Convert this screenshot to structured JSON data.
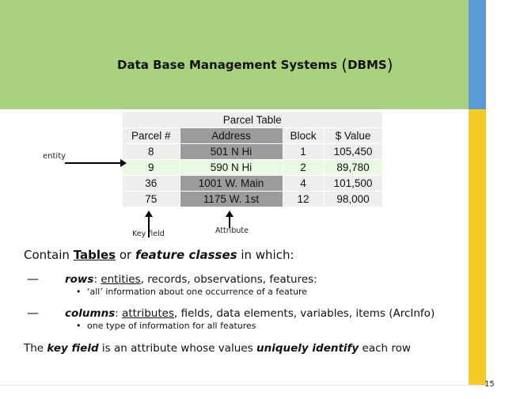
{
  "title": {
    "text": "Data Base Management Systems",
    "abbr": "DBMS"
  },
  "table": {
    "caption": "Parcel Table",
    "headers": [
      "Parcel #",
      "Address",
      "Block",
      "$ Value"
    ],
    "rows": [
      [
        "8",
        "501 N  Hi",
        "1",
        "105,450"
      ],
      [
        "9",
        "590 N Hi",
        "2",
        "89,780"
      ],
      [
        "36",
        "1001 W. Main",
        "4",
        "101,500"
      ],
      [
        "75",
        "1175 W. 1st",
        "12",
        "98,000"
      ]
    ]
  },
  "labels": {
    "entity": "entity",
    "key_field": "Key field",
    "attribute": "Attribute"
  },
  "body": {
    "line1": {
      "pre": "Contain ",
      "tables": "Tables",
      "mid": " or ",
      "features": "feature classes",
      "post": " in which:"
    },
    "dash": "—",
    "rows_line": {
      "term": "rows",
      "colon": ":",
      "pre": "  ",
      "linked": "entities",
      "post": ", records, observations, features:"
    },
    "rows_bullet": {
      "marker": "•",
      "text": "‘all’  information about one occurrence of a feature"
    },
    "cols_line": {
      "term": "columns",
      "colon": ": ",
      "linked": "attributes",
      "post": ", fields, data elements, variables, items ",
      "paren": "(ArcInfo)"
    },
    "cols_bullet": {
      "marker": "•",
      "text": "one type of information for all features"
    },
    "keyfield_line": {
      "pre": "The ",
      "key": "key field",
      "mid": " is an attribute whose values ",
      "uniq": "uniquely identify",
      "post": " each row"
    }
  },
  "page_number": "15",
  "colors": {
    "band_green": "#a9d27f",
    "accent_blue": "#5b9bd5",
    "accent_yellow": "#f5c928",
    "highlight_row": "#eaf9e2"
  }
}
